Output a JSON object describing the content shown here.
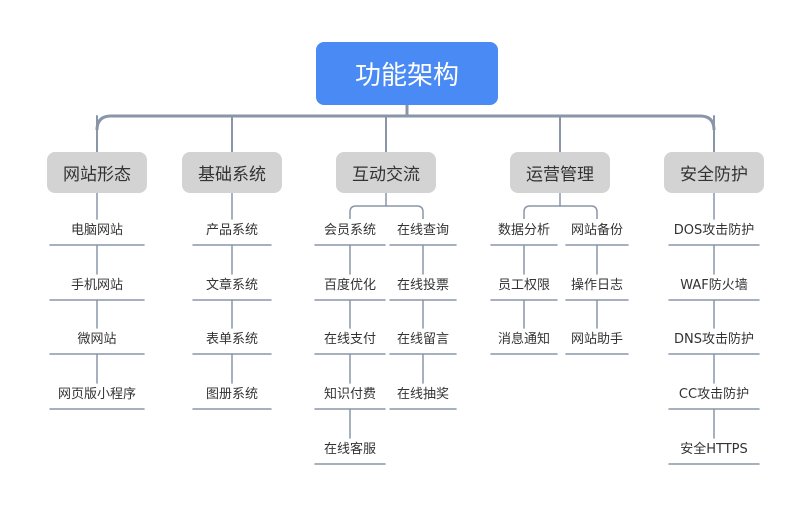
{
  "root": {
    "label": "功能架构"
  },
  "categories": [
    {
      "label": "网站形态",
      "columns": [
        [
          "电脑网站",
          "手机网站",
          "微网站",
          "网页版小程序"
        ]
      ]
    },
    {
      "label": "基础系统",
      "columns": [
        [
          "产品系统",
          "文章系统",
          "表单系统",
          "图册系统"
        ]
      ]
    },
    {
      "label": "互动交流",
      "columns": [
        [
          "会员系统",
          "百度优化",
          "在线支付",
          "知识付费",
          "在线客服"
        ],
        [
          "在线查询",
          "在线投票",
          "在线留言",
          "在线抽奖"
        ]
      ]
    },
    {
      "label": "运营管理",
      "columns": [
        [
          "数据分析",
          "员工权限",
          "消息通知"
        ],
        [
          "网站备份",
          "操作日志",
          "网站助手"
        ]
      ]
    },
    {
      "label": "安全防护",
      "columns": [
        [
          "DOS攻击防护",
          "WAF防火墙",
          "DNS攻击防护",
          "CC攻击防护",
          "安全HTTPS"
        ]
      ]
    }
  ],
  "colors": {
    "root_fill": "#4a8af4",
    "category_fill": "#d3d3d3",
    "connector": "#8a96a8",
    "leaf_line": "#8a96a8"
  }
}
